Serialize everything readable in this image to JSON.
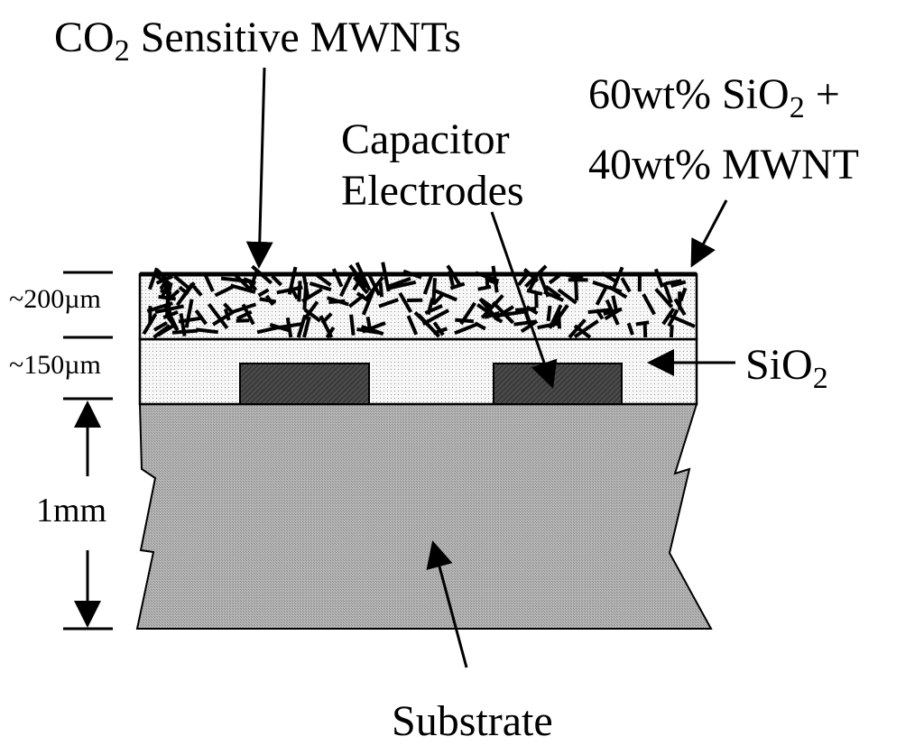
{
  "labels": {
    "co2_main": "CO",
    "co2_sub": "2",
    "co2_rest": " Sensitive MWNTs",
    "composite_line1_main": "60wt% SiO",
    "composite_line1_sub": "2",
    "composite_line1_rest": " +",
    "composite_line2": "40wt% MWNT",
    "capacitor_line1": "Capacitor",
    "capacitor_line2": "Electrodes",
    "sio2_main": "SiO",
    "sio2_sub": "2",
    "substrate": "Substrate"
  },
  "dimensions": {
    "top_layer": "~200µm",
    "middle_layer": "~150µm",
    "substrate": "1mm"
  }
}
